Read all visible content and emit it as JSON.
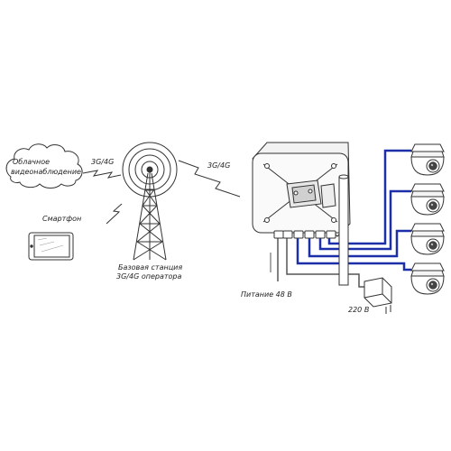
{
  "labels": {
    "cloud": [
      "Облачное",
      "видеонаблюдение"
    ],
    "link_cloud_tower": "3G/4G",
    "link_tower_router": "3G/4G",
    "smartphone": "Смартфон",
    "base_station": [
      "Базовая станция",
      "3G/4G оператора"
    ],
    "power_48v": "Питание 48 В",
    "power_220v": "220 В"
  },
  "colors": {
    "poe_cable": "#1c2fa8",
    "power_cable": "#666666",
    "stroke": "#333333"
  },
  "icons": [
    "cloud-icon",
    "tower-icon",
    "smartphone-icon",
    "router-box-icon",
    "dome-camera-icon",
    "power-adapter-icon",
    "lightning-link-icon"
  ]
}
